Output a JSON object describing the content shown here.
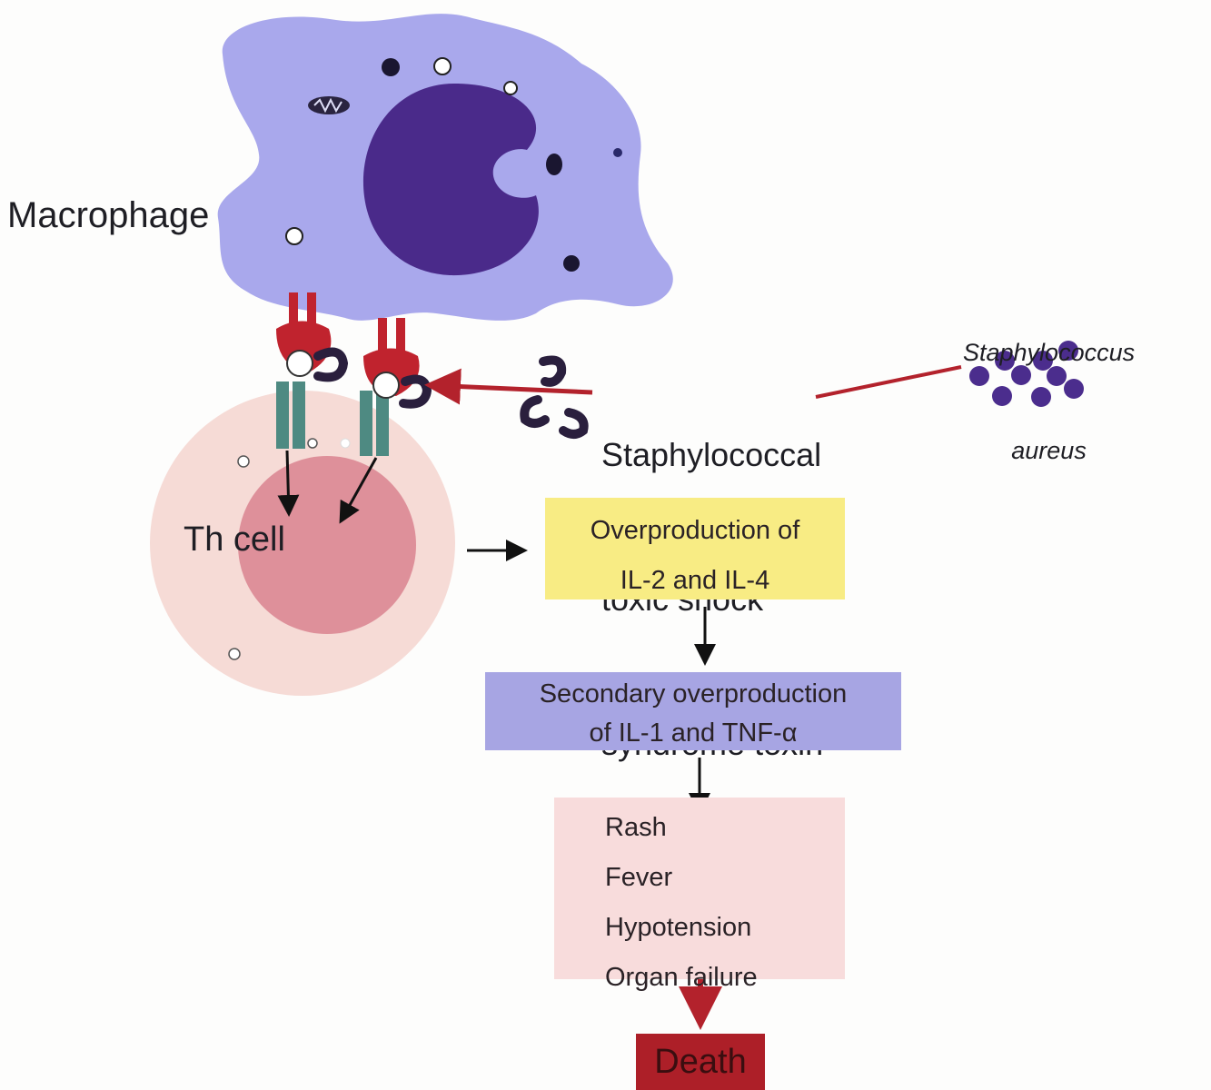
{
  "labels": {
    "macrophage": "Macrophage",
    "th_cell": "Th cell",
    "bacterium_line1": "Staphylococcus",
    "bacterium_line2": "aureus",
    "toxin_line1": "Staphylococcal",
    "toxin_line2": "toxic shock",
    "toxin_line3": "syndrome toxin"
  },
  "flow": {
    "step1_line1": "Overproduction of",
    "step1_line2": "IL-2 and IL-4",
    "step2_line1": "Secondary overproduction",
    "step2_line2": "of IL-1 and TNF-α",
    "symptoms": [
      "Rash",
      "Fever",
      "Hypotension",
      "Organ failure"
    ],
    "outcome": "Death"
  },
  "colors": {
    "macrophage": "#a9a8ec",
    "nucleus": "#4a2a8a",
    "th_cell_outer": "#f6dbd6",
    "th_cell_inner": "#d9828f",
    "receptor_mhc": "#c0232e",
    "tcr": "#4e8a82",
    "toxin": "#2a1f3d",
    "bacteria": "#4b2d8d",
    "red_arrow": "#b3222c",
    "box_il24": "#f8ec84",
    "box_il1": "#a7a5e3",
    "box_symptoms": "#f8dcdc",
    "box_death": "#ad1f28"
  }
}
